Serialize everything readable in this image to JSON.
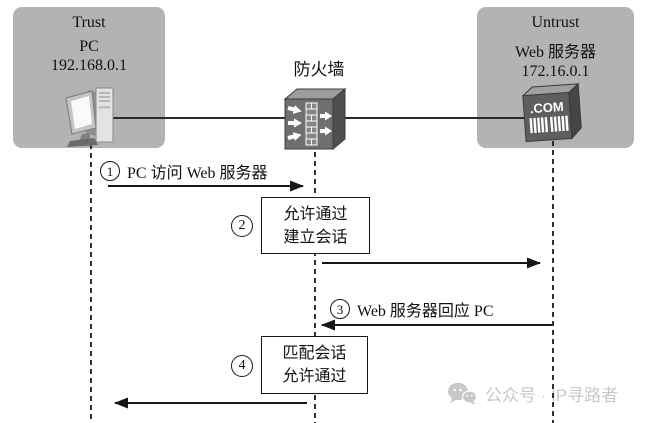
{
  "zones": {
    "trust": {
      "name": "Trust",
      "device": "PC",
      "ip": "192.168.0.1"
    },
    "untrust": {
      "name": "Untrust",
      "device": "Web 服务器",
      "ip": "172.16.0.1"
    }
  },
  "firewall": {
    "label": "防火墙"
  },
  "server": {
    "badge": ".COM"
  },
  "steps": {
    "s1": {
      "num": "1",
      "text": "PC 访问 Web 服务器"
    },
    "s2": {
      "num": "2",
      "line1": "允许通过",
      "line2": "建立会话"
    },
    "s3": {
      "num": "3",
      "text": "Web 服务器回应 PC"
    },
    "s4": {
      "num": "4",
      "line1": "匹配会话",
      "line2": "允许通过"
    }
  },
  "watermark": {
    "text": "公众号 · IP寻路者"
  },
  "colors": {
    "zone_fill": "#b3b3b3",
    "line": "#1b1b1b",
    "watermark": "#c8c8c8"
  }
}
